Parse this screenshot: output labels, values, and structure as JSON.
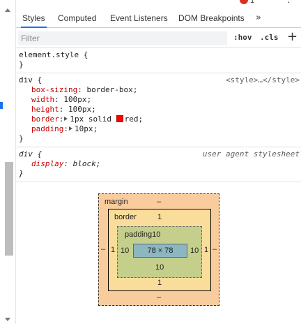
{
  "header": {
    "error_count": "1",
    "more_tabs_glyph": "»",
    "kebab_glyph": "⋮",
    "tabs": [
      {
        "label": "Styles",
        "active": true
      },
      {
        "label": "Computed",
        "active": false
      },
      {
        "label": "Event Listeners",
        "active": false
      },
      {
        "label": "DOM Breakpoints",
        "active": false
      }
    ]
  },
  "filter": {
    "placeholder": "Filter",
    "hov_label": ":hov",
    "cls_label": ".cls",
    "add_label": "+"
  },
  "rules": {
    "element_style": {
      "selector": "element.style {",
      "close": "}"
    },
    "div_rule": {
      "selector": "div {",
      "source": "<style>…</style>",
      "close": "}",
      "props": [
        {
          "name": "box-sizing",
          "value": "border-box;"
        },
        {
          "name": "width",
          "value": "100px;"
        },
        {
          "name": "height",
          "value": "100px;"
        },
        {
          "name": "border",
          "value_pre": "1px solid",
          "value_post": "red;"
        },
        {
          "name": "padding",
          "value": "10px;"
        }
      ]
    },
    "ua_rule": {
      "selector": "div {",
      "source": "user agent stylesheet",
      "close": "}",
      "props": [
        {
          "name": "display",
          "value": "block;"
        }
      ]
    }
  },
  "box_model": {
    "margin_label": "margin",
    "margin_top": "–",
    "margin_bottom": "–",
    "margin_left": "–",
    "margin_right": "–",
    "border_label": "border",
    "border_top": "1",
    "border_bottom": "1",
    "border_left": "1",
    "border_right": "1",
    "padding_label": "padding10",
    "padding_bottom": "10",
    "padding_left": "10",
    "padding_right": "10",
    "content": "78 × 78"
  },
  "colors": {
    "accent": "#1a73e8",
    "error": "#d93025",
    "property_name": "#c80000",
    "swatch_red": "#ff0000",
    "margin_fill": "#f9cc9d",
    "border_fill": "#fbdd9b",
    "padding_fill": "#c3cf8a",
    "content_fill": "#8cb6c0"
  }
}
